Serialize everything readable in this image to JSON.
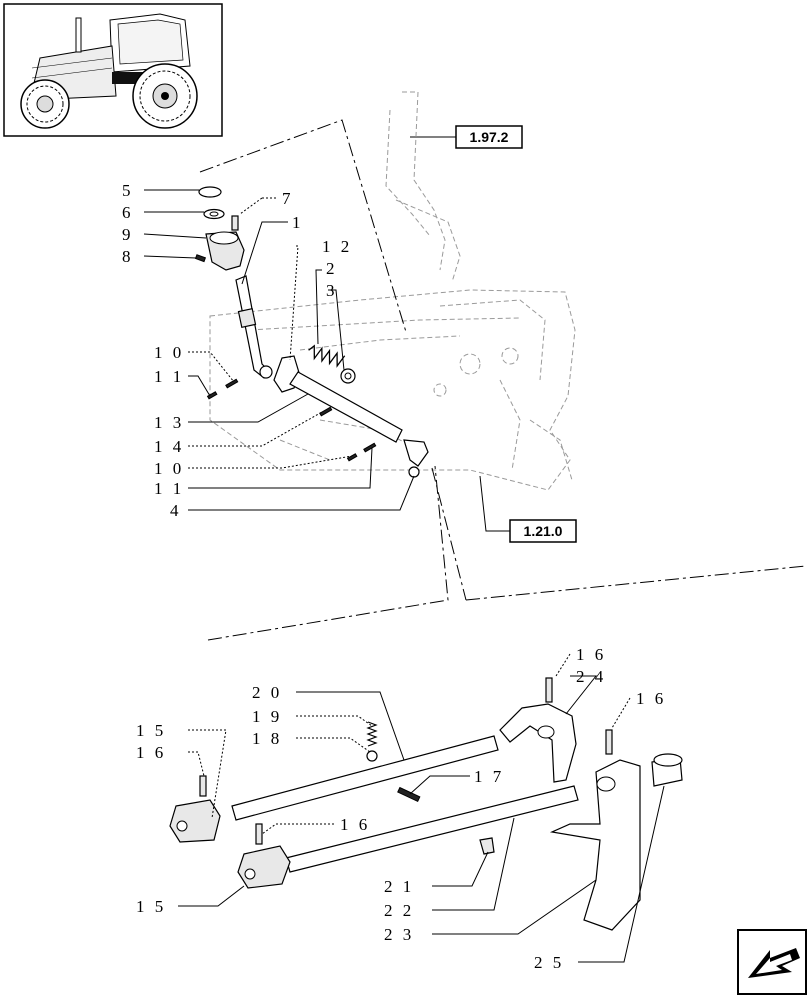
{
  "thumbnail": {
    "icon": "tractor-icon"
  },
  "references": [
    {
      "id": "ref-1972",
      "label": "1.97.2"
    },
    {
      "id": "ref-1210",
      "label": "1.21.0"
    }
  ],
  "callouts": {
    "c5": "5",
    "c6": "6",
    "c9": "9",
    "c8": "8",
    "c7": "7",
    "c1": "1",
    "c12": "1 2",
    "c2": "2",
    "c3": "3",
    "c10a": "1 0",
    "c11a": "1 1",
    "c13": "1 3",
    "c14": "1 4",
    "c10b": "1 0",
    "c11b": "1 1",
    "c4": "4",
    "c16a": "1 6",
    "c24": "2 4",
    "c16b": "1 6",
    "c20": "2 0",
    "c19": "1 9",
    "c18": "1 8",
    "c15a": "1 5",
    "c16c": "1 6",
    "c17": "1 7",
    "c16d": "1 6",
    "c21": "2 1",
    "c22": "2 2",
    "c23": "2 3",
    "c15b": "1 5",
    "c25": "2 5"
  },
  "nav": {
    "icon": "back-arrow-icon"
  }
}
